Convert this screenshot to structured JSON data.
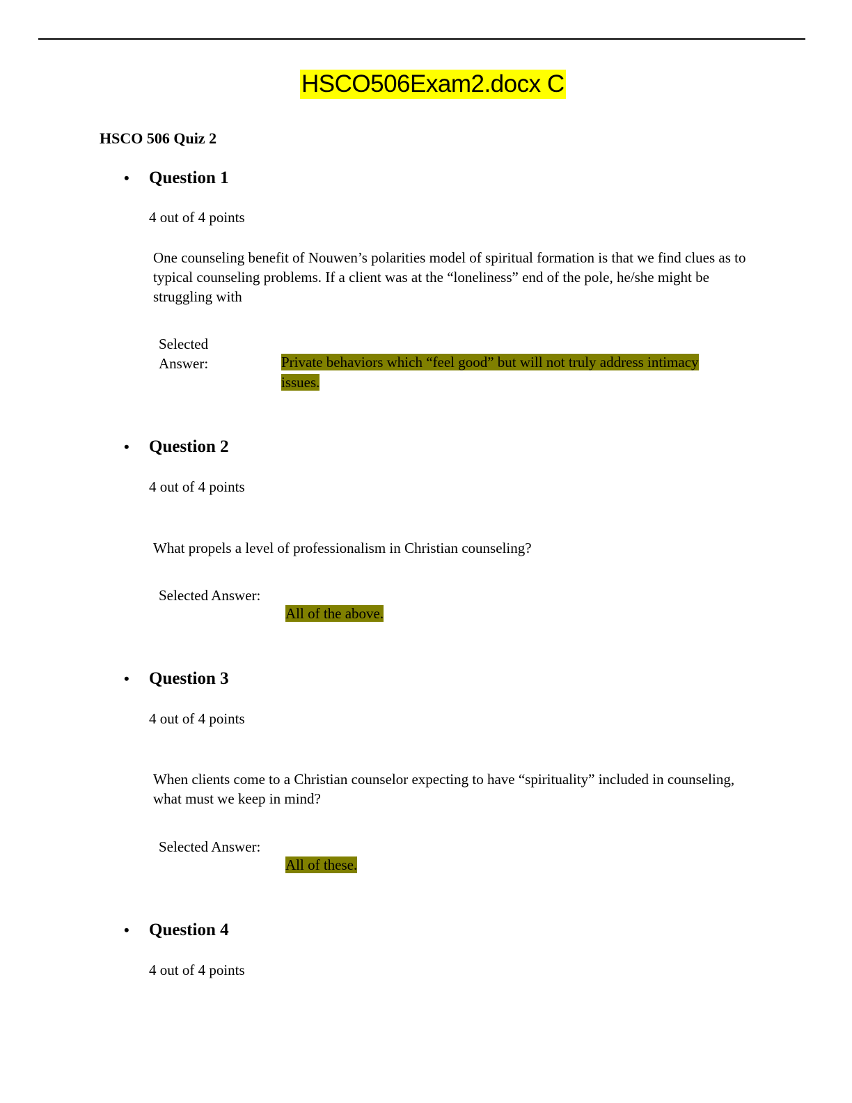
{
  "title": "HSCO506Exam2.docx C",
  "quiz_title": "HSCO 506 Quiz 2",
  "colors": {
    "title_highlight": "#ffff00",
    "answer_highlight": "#808000"
  },
  "questions": [
    {
      "label": "Question 1",
      "points": "4 out of 4 points",
      "text": "One counseling benefit of Nouwen’s polarities model of spiritual formation is that we find clues as to typical counseling problems. If a client was at the “loneliness” end of the pole, he/she might be struggling with",
      "answer_label": "Selected Answer:",
      "answer_line1": "Private behaviors which “feel good” but will not truly address intimacy",
      "answer_line2": "issues."
    },
    {
      "label": "Question 2",
      "points": "4 out of 4 points",
      "text": "What propels a level of professionalism in Christian counseling?",
      "answer_label": "Selected Answer:",
      "answer": "All of the above."
    },
    {
      "label": "Question 3",
      "points": "4 out of 4 points",
      "text": "When clients come to a Christian counselor expecting to have “spirituality” included in counseling, what must we keep in mind?",
      "answer_label": "Selected Answer:",
      "answer": "All of these."
    },
    {
      "label": "Question 4",
      "points": "4 out of 4 points"
    }
  ]
}
